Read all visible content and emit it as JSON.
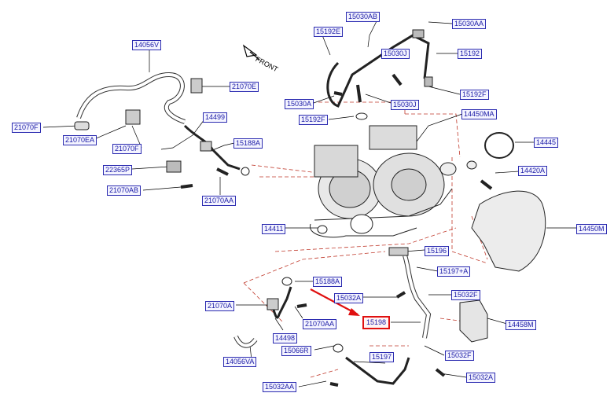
{
  "front_label": "FRONT",
  "colors": {
    "label_border": "#2b2bb0",
    "label_text": "#1a1aa6",
    "highlight": "#e01010"
  },
  "parts": {
    "p15030AB": "15030AB",
    "p15030AA": "15030AA",
    "p15192E": "15192E",
    "p14056V": "14056V",
    "p15030J_top": "15030J",
    "p15192": "15192",
    "p21070E": "21070E",
    "p15030A": "15030A",
    "p15030J": "15030J",
    "p15192F_right": "15192F",
    "p15192F_left": "15192F",
    "p14450MA": "14450MA",
    "p14499": "14499",
    "p21070F_left": "21070F",
    "p21070EA": "21070EA",
    "p21070F_mid": "21070F",
    "p15188A_top": "15188A",
    "p14445": "14445",
    "p22365P": "22365P",
    "p14420A": "14420A",
    "p21070AB": "21070AB",
    "p21070AA": "21070AA",
    "p14411": "14411",
    "p14450M": "14450M",
    "p15196": "15196",
    "p15197A": "15197+A",
    "p15188A_bottom": "15188A",
    "p15032A_mid": "15032A",
    "p15032F_top": "15032F",
    "p21070A": "21070A",
    "p21070AA_bottom": "21070AA",
    "p15198": "15198",
    "p14458M": "14458M",
    "p14498": "14498",
    "p15066R": "15066R",
    "p15032F_bottom": "15032F",
    "p14056VA": "14056VA",
    "p15197": "15197",
    "p15032A_right": "15032A",
    "p15032AA": "15032AA"
  }
}
